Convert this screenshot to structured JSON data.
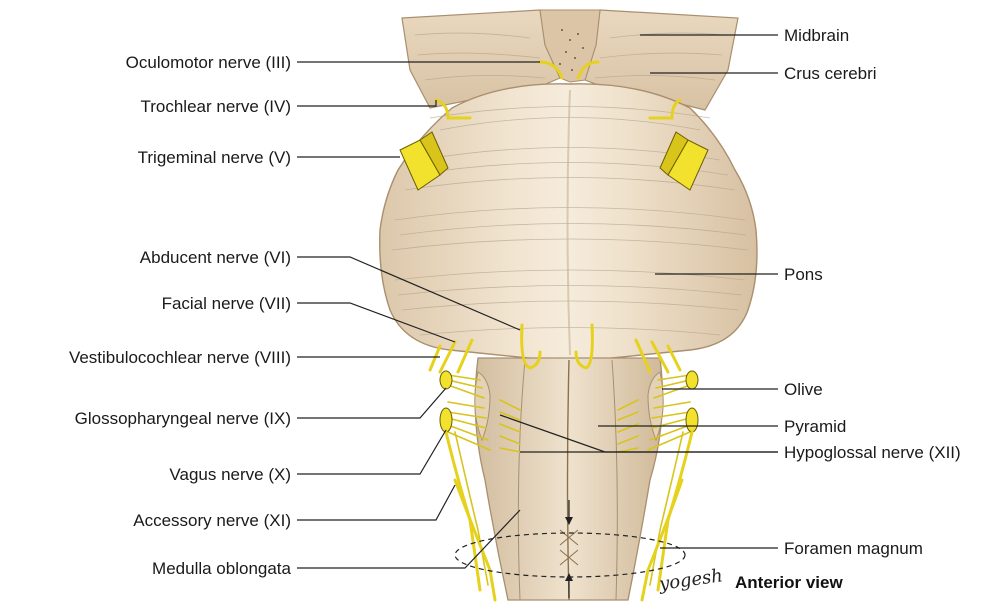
{
  "labels_left": [
    "Oculomotor nerve (III)",
    "Trochlear nerve (IV)",
    "Trigeminal nerve (V)",
    "Abducent nerve (VI)",
    "Facial nerve (VII)",
    "Vestibulocochlear nerve (VIII)",
    "Glossopharyngeal nerve (IX)",
    "Vagus nerve (X)",
    "Accessory nerve (XI)",
    "Medulla oblongata"
  ],
  "labels_right": [
    "Midbrain",
    "Crus cerebri",
    "Pons",
    "Olive",
    "Pyramid",
    "Hypoglossal nerve (XII)",
    "Foramen magnum"
  ],
  "view_label": "Anterior view",
  "signature": "yogesh",
  "colors": {
    "brainstem": "#ecdcc4",
    "brainstem_shadow": "#cdb79a",
    "nerve": "#f2e22e",
    "line": "#222222"
  }
}
